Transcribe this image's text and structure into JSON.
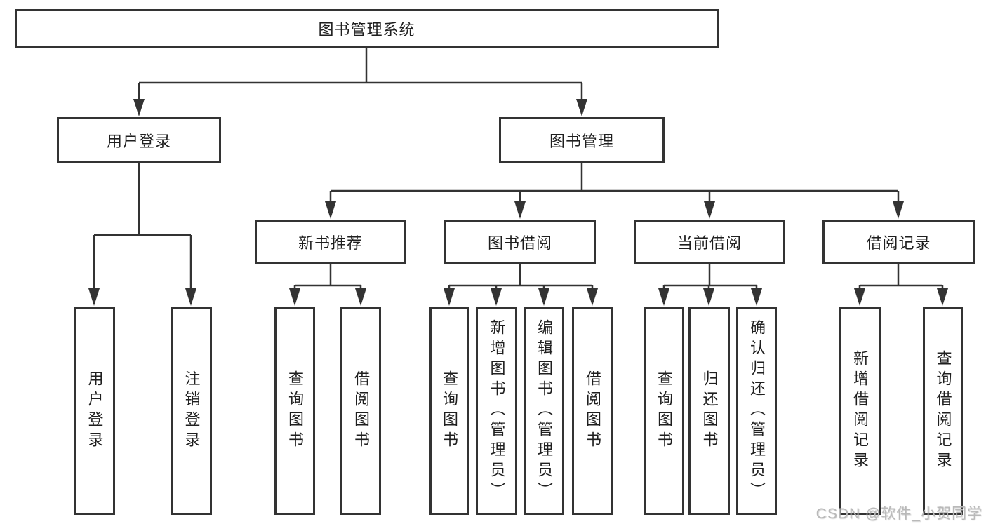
{
  "tree": {
    "root": "图书管理系统",
    "children": [
      {
        "label": "用户登录",
        "children": [
          {
            "label": "用户登录"
          },
          {
            "label": "注销登录"
          }
        ]
      },
      {
        "label": "图书管理",
        "children": [
          {
            "label": "新书推荐",
            "children": [
              {
                "label": "查询图书"
              },
              {
                "label": "借阅图书"
              }
            ]
          },
          {
            "label": "图书借阅",
            "children": [
              {
                "label": "查询图书"
              },
              {
                "label": "新增图书（管理员）"
              },
              {
                "label": "编辑图书（管理员）"
              },
              {
                "label": "借阅图书"
              }
            ]
          },
          {
            "label": "当前借阅",
            "children": [
              {
                "label": "查询图书"
              },
              {
                "label": "归还图书"
              },
              {
                "label": "确认归还（管理员）"
              }
            ]
          },
          {
            "label": "借阅记录",
            "children": [
              {
                "label": "新增借阅记录"
              },
              {
                "label": "查询借阅记录"
              }
            ]
          }
        ]
      }
    ]
  },
  "watermark": {
    "text": "CSDN @软件_小贺同学"
  },
  "colors": {
    "line": "#333333",
    "box_border": "#333333",
    "box_background": "#ffffff",
    "text": "#1f1f1f",
    "watermark": "#b9b9b9"
  }
}
